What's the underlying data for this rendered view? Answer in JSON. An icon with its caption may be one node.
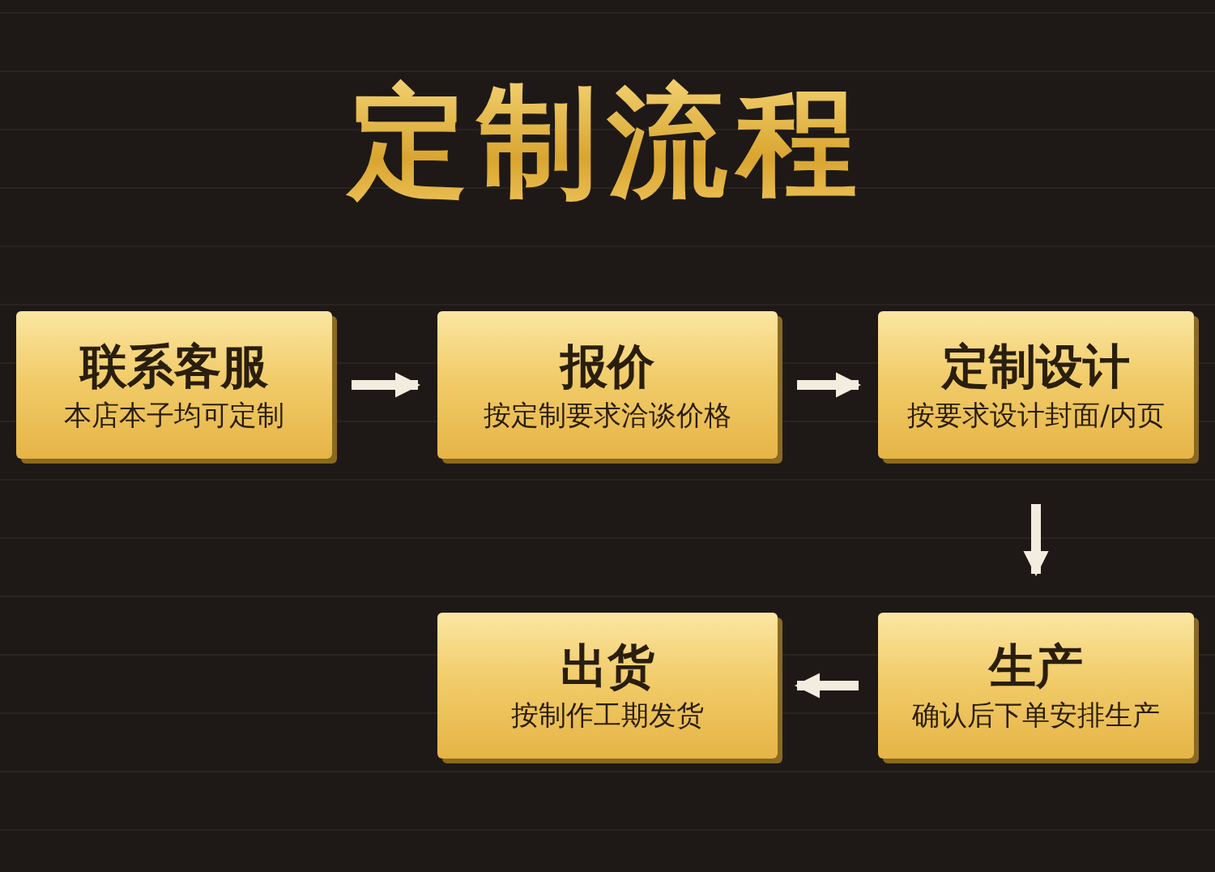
{
  "diagram": {
    "title": "定制流程",
    "nodes": [
      {
        "text": [
          "联系客服",
          "本店本子均可定制"
        ]
      },
      {
        "text": [
          "报价",
          "按定制要求洽谈价格"
        ]
      },
      {
        "text": [
          "定制设计",
          "按要求设计封面/内页"
        ]
      },
      {
        "text": [
          "出货",
          "按制作工期发货"
        ]
      },
      {
        "text": [
          "生产",
          "确认后下单安排生产"
        ]
      }
    ],
    "edges": [
      {
        "from": 0,
        "to": 1,
        "arrow": "to"
      },
      {
        "from": 1,
        "to": 2,
        "arrow": "to"
      },
      {
        "from": 2,
        "to": 4,
        "arrow": "to"
      },
      {
        "from": 4,
        "to": 3,
        "arrow": "to"
      }
    ]
  }
}
